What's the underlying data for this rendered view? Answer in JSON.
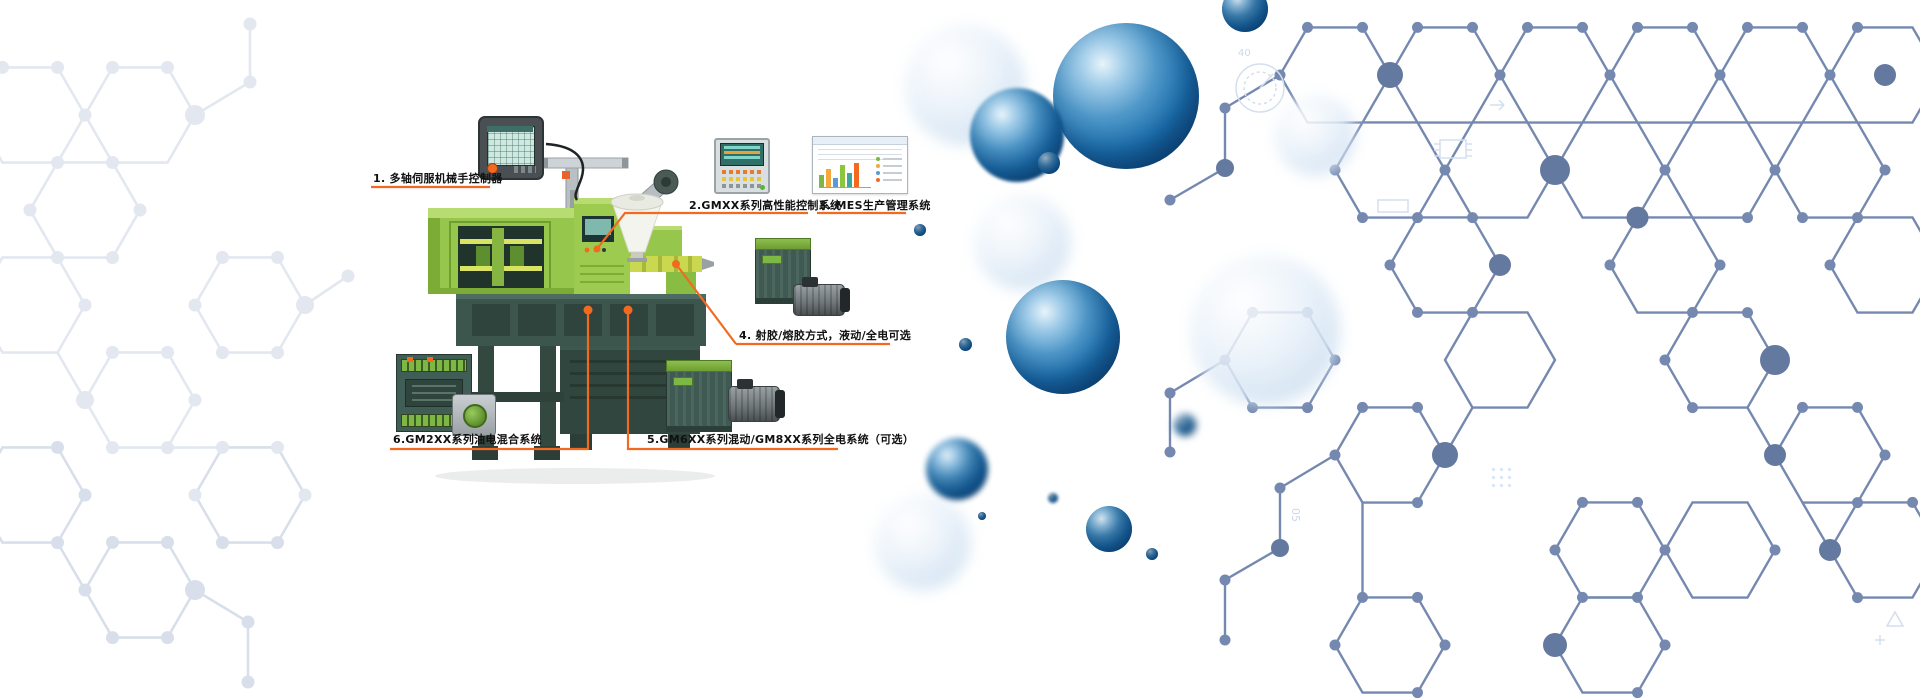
{
  "banner": {
    "callouts": [
      {
        "label": "1. 多轴伺服机械手控制器"
      },
      {
        "label": "2.GMXX系列高性能控制系统"
      },
      {
        "label": "3. MES生产管理系统"
      },
      {
        "label": "4. 射胶/熔胶方式，液动/全电可选"
      },
      {
        "label": "5.GM6XX系列混动/GM8XX系列全电系统（可选）"
      },
      {
        "label": "6.GM2XX系列油电混合系统"
      }
    ],
    "doodles": {
      "gauge_value": "40",
      "code_text": "05"
    },
    "colors": {
      "accent_orange": "#F26A1F",
      "machine_green": "#96C64C",
      "machine_dark": "#37514B",
      "sphere_blue": "#1B6FAE",
      "network_blue": "#7589B0",
      "network_gray": "#E2E7F0"
    }
  }
}
